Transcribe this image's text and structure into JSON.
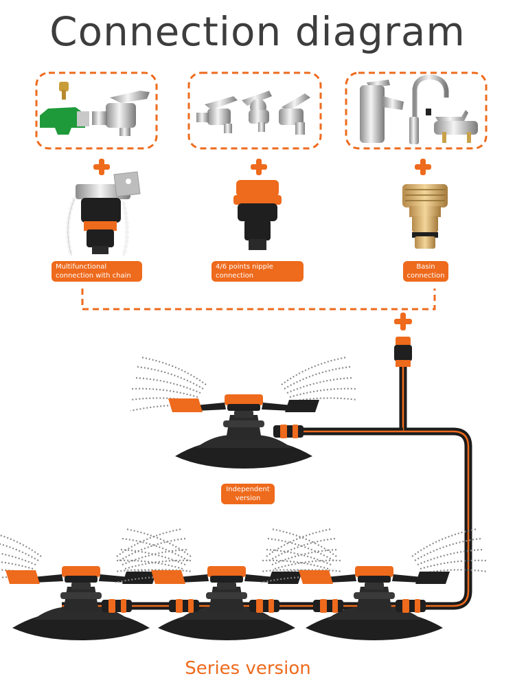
{
  "title": "Connection diagram",
  "labels": {
    "left_connector": "Multifunctional connection with chain",
    "middle_connector": "4/6 points nipple connection",
    "right_connector": "Basin connection",
    "independent": "Independent version",
    "series": "Series version"
  },
  "colors": {
    "accent": "#ee6a1c",
    "title_text": "#3d3d3d",
    "sprinkler_body": "#1f1f1f",
    "hose": "#1c1c1c"
  },
  "icons": [
    "outdoor-tap-icon",
    "wall-faucet-icon",
    "basin-faucet-icon",
    "plus-icon",
    "hose-connector-icon",
    "sprinkler-icon"
  ]
}
